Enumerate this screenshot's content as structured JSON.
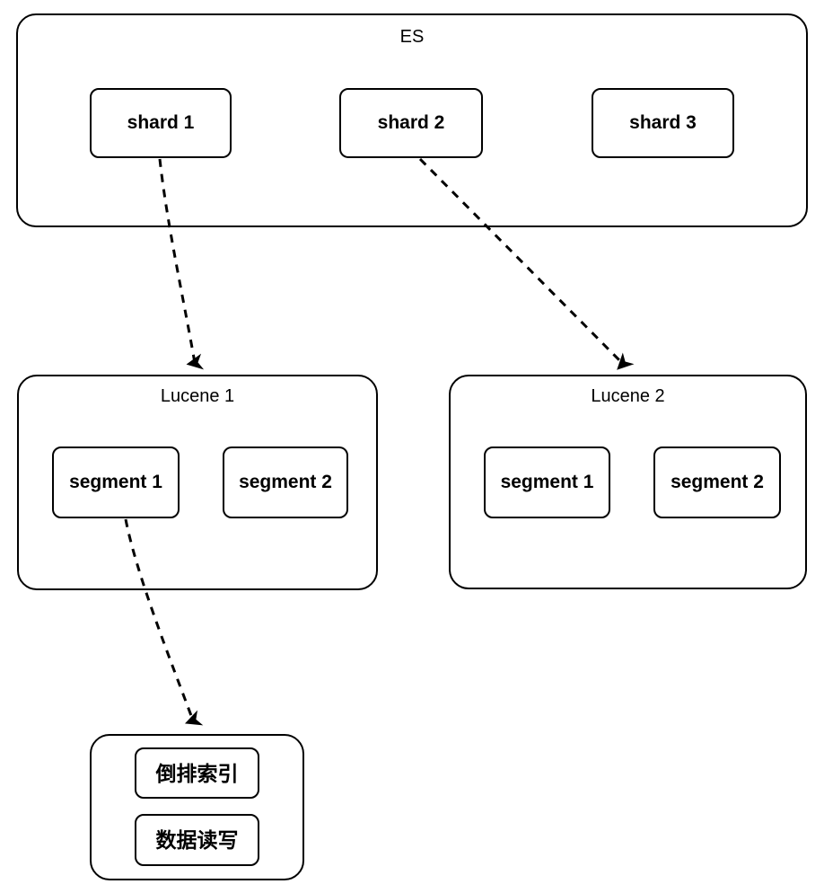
{
  "diagram": {
    "title_visible": false,
    "background_color": "#ffffff",
    "stroke_color": "#000000",
    "es_group": {
      "label": "ES",
      "shards": [
        {
          "label": "shard 1"
        },
        {
          "label": "shard 2"
        },
        {
          "label": "shard 3"
        }
      ]
    },
    "lucene_groups": [
      {
        "label": "Lucene 1",
        "segments": [
          {
            "label": "segment 1"
          },
          {
            "label": "segment 2"
          }
        ]
      },
      {
        "label": "Lucene 2",
        "segments": [
          {
            "label": "segment 1"
          },
          {
            "label": "segment 2"
          }
        ]
      }
    ],
    "index_group": {
      "label": "",
      "items": [
        {
          "label": "倒排索引"
        },
        {
          "label": "数据读写"
        }
      ]
    },
    "connectors": [
      {
        "name": "shard1-to-lucene1",
        "style": "dashed",
        "arrow": "end"
      },
      {
        "name": "shard2-to-lucene2",
        "style": "dashed",
        "arrow": "end"
      },
      {
        "name": "segment1-to-index",
        "style": "dashed",
        "arrow": "end"
      }
    ]
  }
}
